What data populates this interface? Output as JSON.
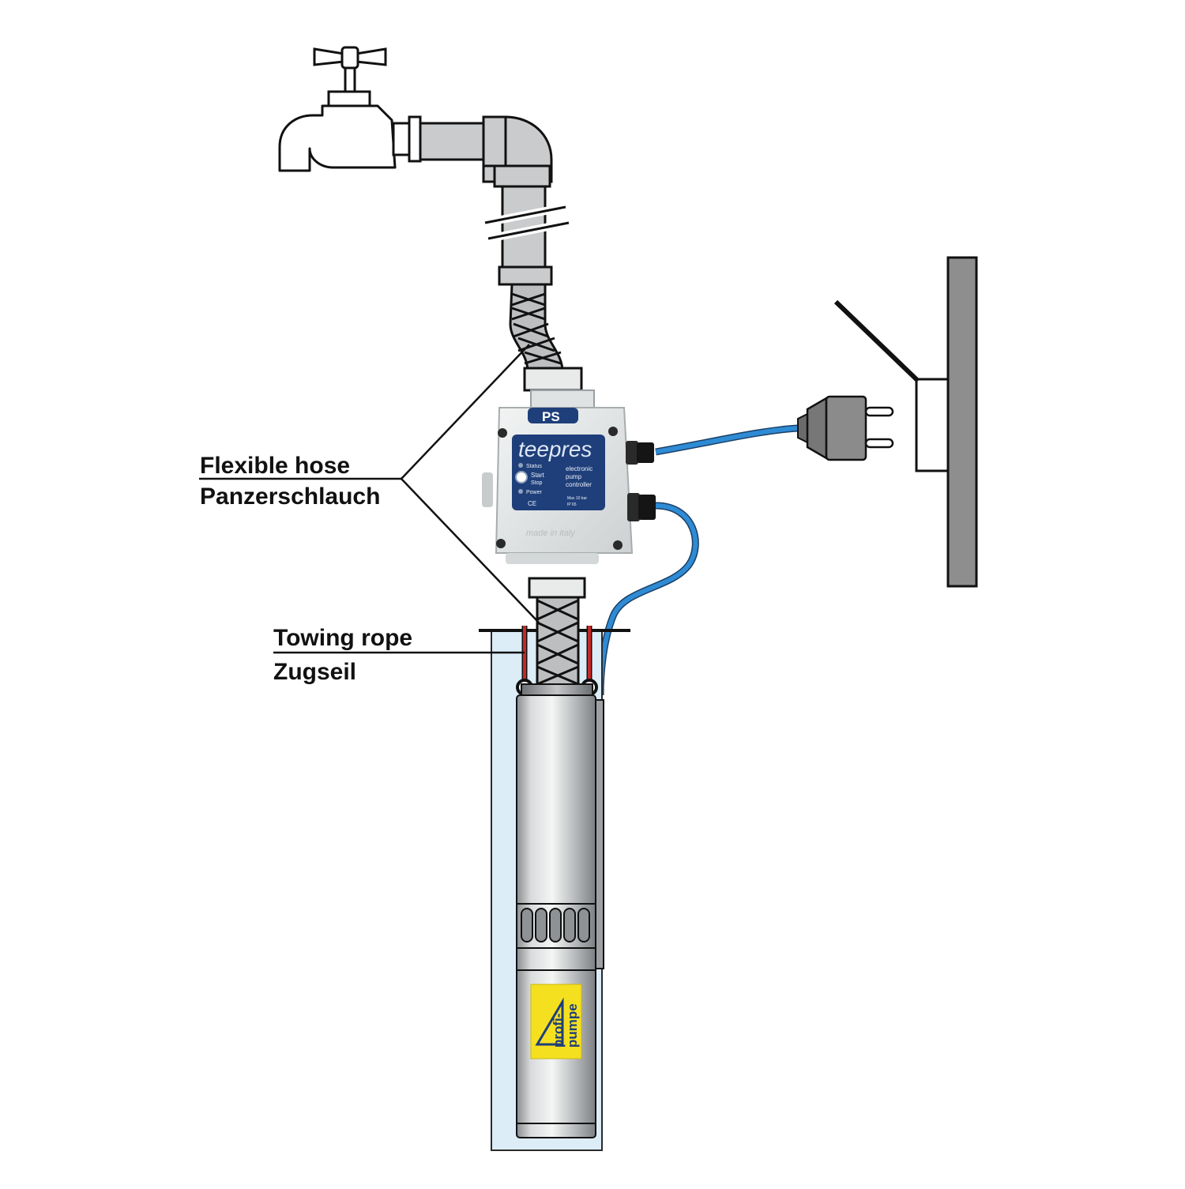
{
  "callouts": {
    "flexible_hose": {
      "en": "Flexible hose",
      "de": "Panzerschlauch"
    },
    "towing_rope": {
      "en": "Towing rope",
      "de": "Zugseil"
    }
  },
  "controller": {
    "brand": "teepres",
    "badge": "PS",
    "description_line1": "electronic",
    "description_line2": "pump",
    "description_line3": "controller",
    "status_label": "Status",
    "start_label": "Start",
    "stop_label": "Stop",
    "power_label": "Power",
    "ce_mark": "CE",
    "max_pressure": "Max 10 bar",
    "ip_rating": "IP 65",
    "made_in": "made in italy"
  },
  "pump_label": {
    "line1": "profi-",
    "line2": "pumpe"
  },
  "colors": {
    "pipe": "#c9cbcd",
    "cable": "#2e8bd4",
    "rope": "#c62828",
    "well_water": "#dcedf8",
    "wall": "#8e8e8e",
    "controller_body": "#e6e9ea",
    "controller_label": "#1f3f7a",
    "pump_label": "#f5e020"
  },
  "icons": [
    "faucet-icon",
    "power-plug-icon",
    "wall-socket-icon"
  ]
}
